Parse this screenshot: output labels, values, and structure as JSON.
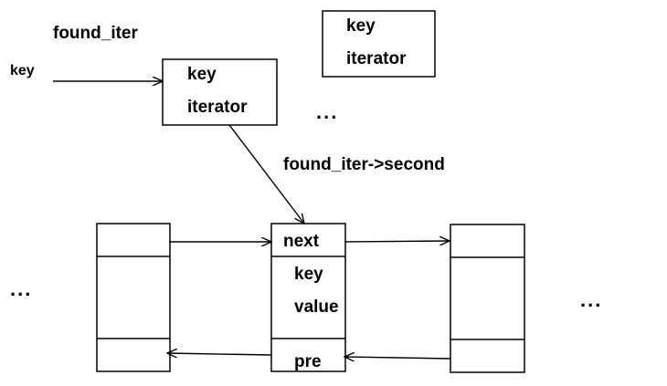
{
  "labels": {
    "found_iter": "found_iter",
    "key_input": "key",
    "found_iter_second": "found_iter->second"
  },
  "map_entry_active": {
    "key": "key",
    "iterator": "iterator"
  },
  "map_entry_other": {
    "key": "key",
    "iterator": "iterator"
  },
  "list_node_middle": {
    "next": "next",
    "key": "key",
    "value": "value",
    "pre": "pre"
  },
  "ellipses": {
    "map": "...",
    "list_left": "...",
    "list_right": "..."
  },
  "colors": {
    "stroke": "#000000",
    "background": "#ffffff"
  }
}
